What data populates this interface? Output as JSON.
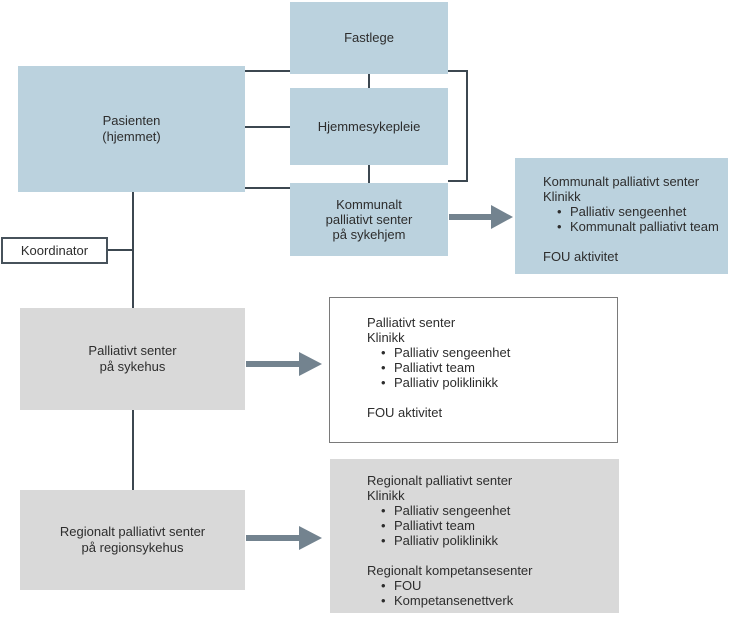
{
  "colors": {
    "blue_box": "#bbd2de",
    "gray_box": "#d9d9d9",
    "connector_line": "#3c4750",
    "arrow": "#73838f",
    "text": "#2d2d2d",
    "outline_border": "#7a7a7a",
    "koordinator_border": "#47525b"
  },
  "boxes": {
    "fastlege": {
      "label": "Fastlege"
    },
    "pasienten": {
      "line1": "Pasienten",
      "line2": "(hjemmet)"
    },
    "hjemmesykepleie": {
      "label": "Hjemmesykepleie"
    },
    "kommunalt_sykehjem": {
      "line1": "Kommunalt",
      "line2": "palliativt senter",
      "line3": "på sykehjem"
    },
    "koordinator": {
      "label": "Koordinator"
    },
    "palliativt_sykehus": {
      "line1": "Palliativt senter",
      "line2": "på sykehus"
    },
    "regionalt_sykehus": {
      "line1": "Regionalt palliativt senter",
      "line2": "på regionsykehus"
    },
    "kommunalt_detail": {
      "title": "Kommunalt palliativt senter",
      "subtitle": "Klinikk",
      "bullets": [
        "Palliativ sengeenhet",
        "Kommunalt palliativt team"
      ],
      "footer": "FOU aktivitet"
    },
    "palliativt_detail": {
      "title": "Palliativt senter",
      "subtitle": "Klinikk",
      "bullets": [
        "Palliativ sengeenhet",
        "Palliativt team",
        "Palliativ poliklinikk"
      ],
      "footer": "FOU aktivitet"
    },
    "regionalt_detail": {
      "title": "Regionalt palliativt senter",
      "subtitle": "Klinikk",
      "bullets": [
        "Palliativ sengeenhet",
        "Palliativt team",
        "Palliativ poliklinikk"
      ],
      "section2_title": "Regionalt kompetansesenter",
      "section2_bullets": [
        "FOU",
        "Kompetansenettverk"
      ]
    }
  }
}
